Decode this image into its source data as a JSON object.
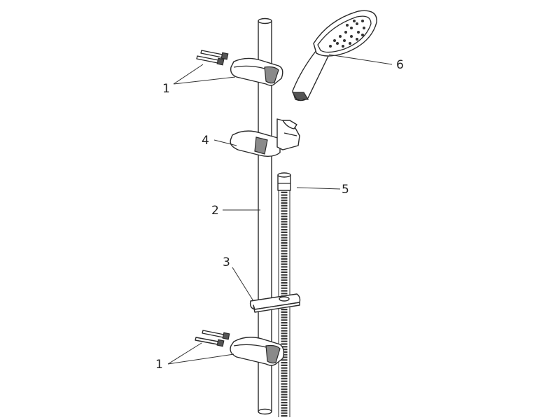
{
  "labels": {
    "wall_brackets": "1",
    "slide_rail": "2",
    "hose_guide": "3",
    "slider_holder": "4",
    "shower_hose": "5",
    "hand_shower": "6"
  }
}
